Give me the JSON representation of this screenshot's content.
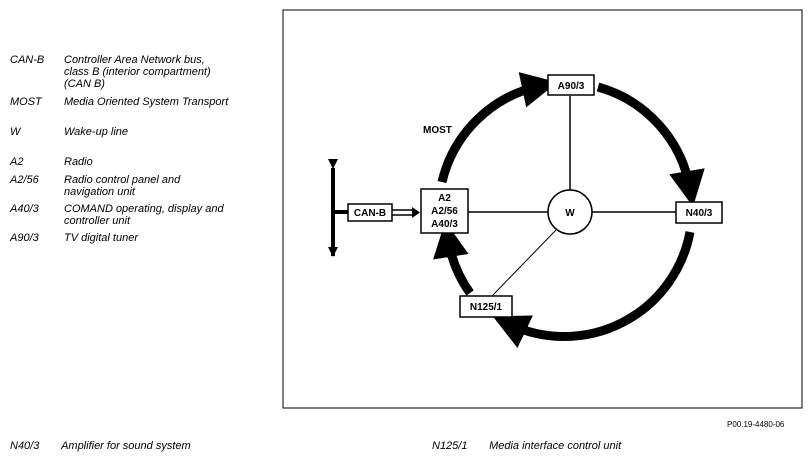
{
  "legend": [
    {
      "code": "CAN-B",
      "desc": "Controller Area Network bus,\nclass B (interior compartment)\n(CAN B)"
    },
    {
      "code": "MOST",
      "desc": "Media Oriented System Transport"
    },
    {
      "code": "W",
      "desc": "Wake-up line"
    },
    {
      "code": "A2",
      "desc": "Radio"
    },
    {
      "code": "A2/56",
      "desc": "Radio control panel and\nnavigation unit"
    },
    {
      "code": "A40/3",
      "desc": "COMAND operating, display and\ncontroller unit"
    },
    {
      "code": "A90/3",
      "desc": "TV digital tuner"
    }
  ],
  "bottom_legend": [
    {
      "code": "N40/3",
      "desc": "Amplifier for sound system"
    },
    {
      "code": "N125/1",
      "desc": "Media interface control unit"
    }
  ],
  "diagram": {
    "most_label": "MOST",
    "can_label": "CAN-B",
    "hub_label": "W",
    "head_unit": [
      "A2",
      "A2/56",
      "A40/3"
    ],
    "top_node": "A90/3",
    "right_node": "N40/3",
    "bottom_node": "N125/1"
  },
  "reference": "P00.19-4480-06"
}
